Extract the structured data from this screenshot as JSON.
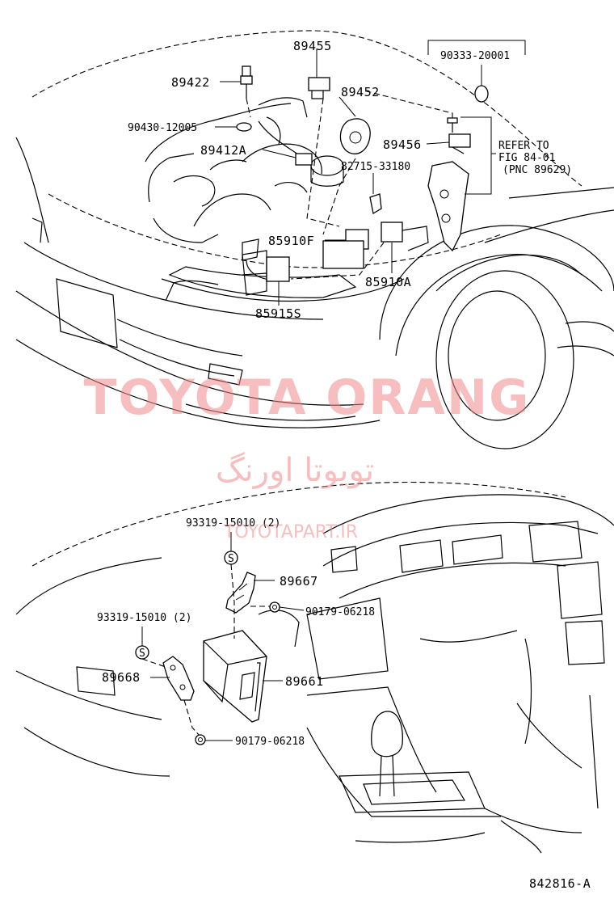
{
  "watermark": {
    "brand": "TOYOTA ORANG",
    "persian": "تویوتا اورنگ",
    "url": "TOYOTAPART.IR",
    "color": "#f08a8a"
  },
  "labels": {
    "p89455": "89455",
    "p90333": "90333-20001",
    "p89422": "89422",
    "p89452": "89452",
    "p90430": "90430-12005",
    "p89412a": "89412A",
    "p89456": "89456",
    "refer1": "REFER TO",
    "refer2": "FIG 84-01",
    "refer3": "(PNC 89629)",
    "p82715": "82715-33180",
    "p85910f": "85910F",
    "p85910a": "85910A",
    "p85915s": "85915S",
    "p93319a": "93319-15010 (2)",
    "p89667": "89667",
    "p90179a": "90179-06218",
    "p93319b": "93319-15010 (2)",
    "p89668": "89668",
    "p89661": "89661",
    "p90179b": "90179-06218",
    "screw_s1": "S",
    "screw_s2": "S",
    "figure_id": "842816-A"
  }
}
